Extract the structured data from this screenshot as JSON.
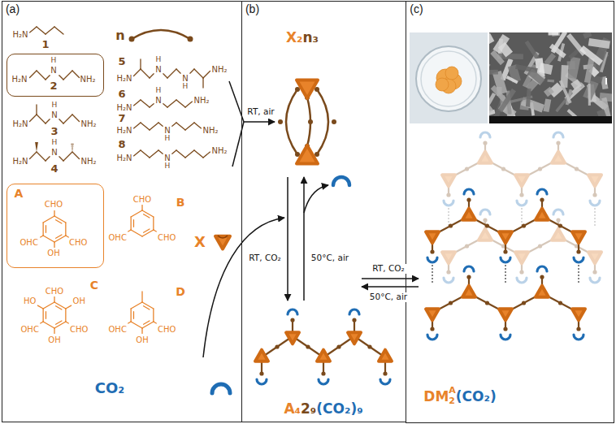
{
  "diagram": {
    "nodes": [
      {
        "text": [
          "(a)"
        ]
      },
      {
        "text": [
          "H₂N",
          "N",
          "H",
          "NH₂",
          "2"
        ],
        "in": 0
      },
      {
        "text": [
          "A",
          "CHO",
          "OHC",
          "CHO",
          "OH"
        ],
        "in": 0
      },
      {
        "text": [
          "(b)"
        ]
      },
      {
        "text": [
          "(c)"
        ]
      }
    ],
    "labels": [
      "n",
      "H₂N",
      "1",
      "H₂N",
      "N",
      "H",
      "NH₂",
      "3",
      "H₂N",
      "N",
      "H",
      "NH₂",
      "4",
      "H₂N",
      "N",
      "H",
      "N",
      "H",
      "NH₂",
      "5",
      "H₂N",
      "N",
      "H",
      "NH₂",
      "6",
      "H₂N",
      "N",
      "H",
      "NH₂",
      "7",
      "H₂N",
      "N",
      "H",
      "NH₂",
      "8",
      "CHO",
      "OHC",
      "CHO",
      "B",
      "HO",
      "CHO",
      "OH",
      "OHC",
      "CHO",
      "OH",
      "C",
      "OHC",
      "CHO",
      "OH",
      "D",
      "X",
      "CO₂",
      "X₂",
      "n₃",
      "RT, air",
      "RT, CO₂",
      "50°C, air",
      "A₄",
      "2₉",
      "(CO₂)₉",
      "RT, CO₂",
      "50°C, air",
      "DM",
      "A",
      "2",
      "(CO₂)"
    ]
  }
}
